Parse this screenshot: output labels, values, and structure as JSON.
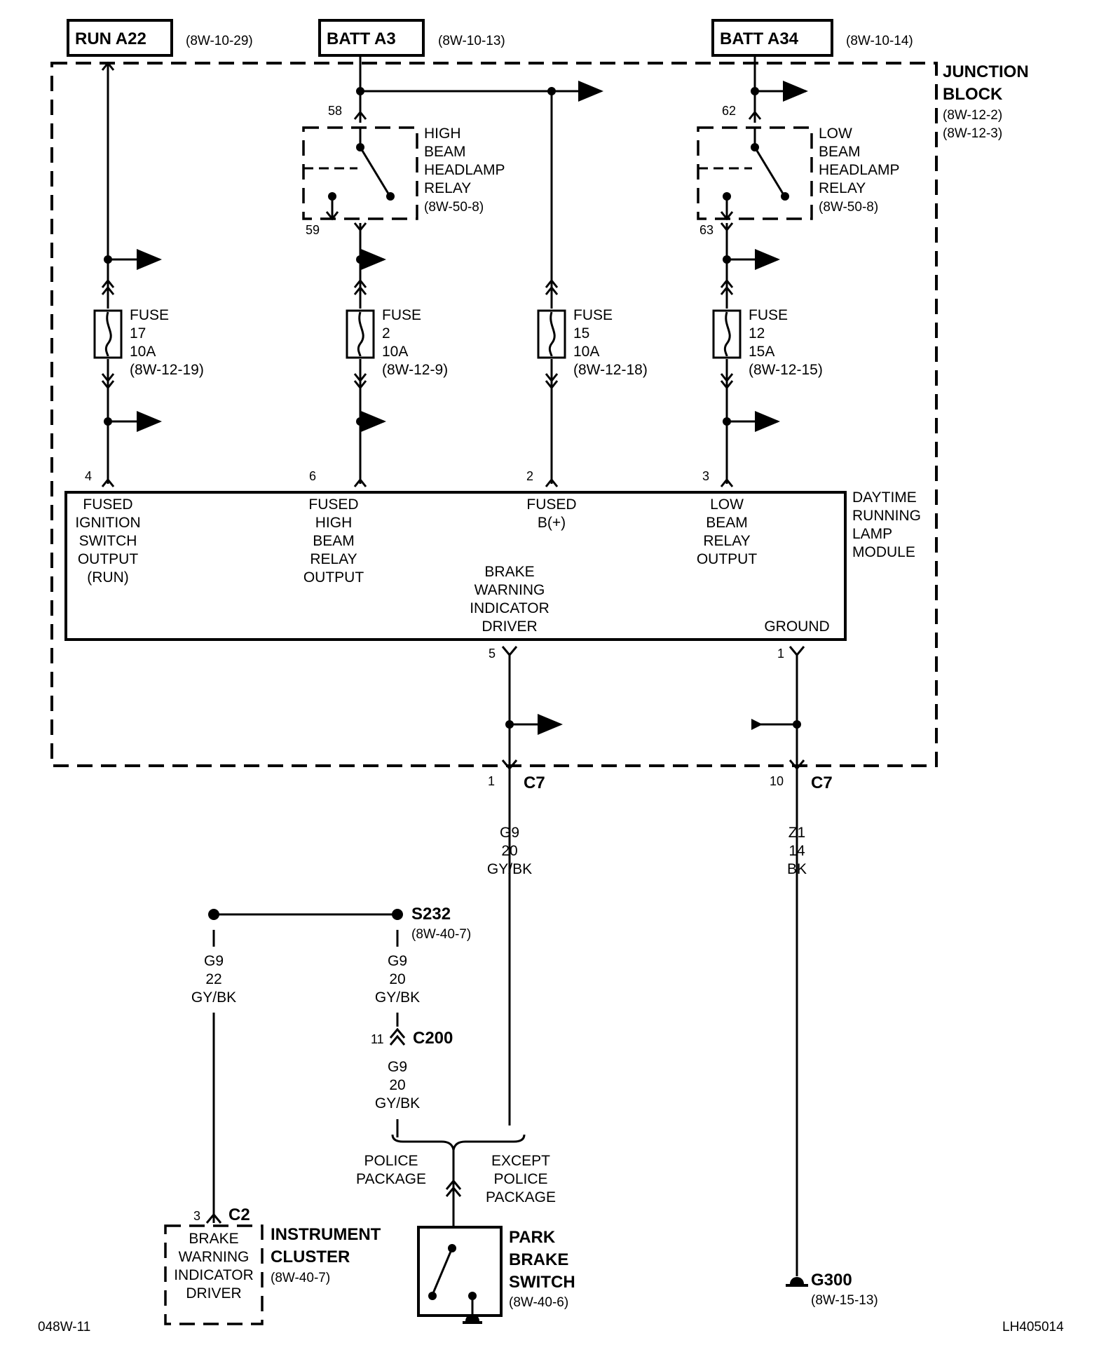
{
  "sources": [
    {
      "label": "RUN A22",
      "ref": "(8W-10-29)"
    },
    {
      "label": "BATT A3",
      "ref": "(8W-10-13)"
    },
    {
      "label": "BATT A34",
      "ref": "(8W-10-14)"
    }
  ],
  "junction_block": {
    "title1": "JUNCTION",
    "title2": "BLOCK",
    "ref1": "(8W-12-2)",
    "ref2": "(8W-12-3)"
  },
  "high_relay": {
    "pin_in": "58",
    "pin_out": "59",
    "lines": [
      "HIGH",
      "BEAM",
      "HEADLAMP",
      "RELAY",
      "(8W-50-8)"
    ]
  },
  "low_relay": {
    "pin_in": "62",
    "pin_out": "63",
    "lines": [
      "LOW",
      "BEAM",
      "HEADLAMP",
      "RELAY",
      "(8W-50-8)"
    ]
  },
  "fuses": [
    {
      "lines": [
        "FUSE",
        "17",
        "10A",
        "(8W-12-19)"
      ]
    },
    {
      "lines": [
        "FUSE",
        "2",
        "10A",
        "(8W-12-9)"
      ]
    },
    {
      "lines": [
        "FUSE",
        "15",
        "10A",
        "(8W-12-18)"
      ]
    },
    {
      "lines": [
        "FUSE",
        "12",
        "15A",
        "(8W-12-15)"
      ]
    }
  ],
  "module": {
    "title": [
      "DAYTIME",
      "RUNNING",
      "LAMP",
      "MODULE"
    ],
    "pins_top": [
      "4",
      "6",
      "2",
      "3"
    ],
    "inputs": [
      [
        "FUSED",
        "IGNITION",
        "SWITCH",
        "OUTPUT",
        "(RUN)"
      ],
      [
        "FUSED",
        "HIGH",
        "BEAM",
        "RELAY",
        "OUTPUT"
      ],
      [
        "FUSED",
        "B(+)"
      ],
      [
        "LOW",
        "BEAM",
        "RELAY",
        "OUTPUT"
      ]
    ],
    "brake": [
      "BRAKE",
      "WARNING",
      "INDICATOR",
      "DRIVER"
    ],
    "ground": "GROUND",
    "pin_brake": "5",
    "pin_ground": "1"
  },
  "c7_left": {
    "pin": "1",
    "name": "C7"
  },
  "c7_right": {
    "pin": "10",
    "name": "C7"
  },
  "wire_g9": [
    "G9",
    "20",
    "GY/BK"
  ],
  "wire_z1": [
    "Z1",
    "14",
    "BK"
  ],
  "splice": {
    "name": "S232",
    "ref": "(8W-40-7)"
  },
  "wire_g9_22": [
    "G9",
    "22",
    "GY/BK"
  ],
  "wire_s232_down": [
    "G9",
    "20",
    "GY/BK"
  ],
  "c200": {
    "pin": "11",
    "name": "C200"
  },
  "wire_c200_down": [
    "G9",
    "20",
    "GY/BK"
  ],
  "police": [
    "POLICE",
    "PACKAGE"
  ],
  "except": [
    "EXCEPT",
    "POLICE",
    "PACKAGE"
  ],
  "cluster": {
    "pin": "3",
    "conn": "C2",
    "inner": [
      "BRAKE",
      "WARNING",
      "INDICATOR",
      "DRIVER"
    ],
    "title1": "INSTRUMENT",
    "title2": "CLUSTER",
    "ref": "(8W-40-7)"
  },
  "park_brake": {
    "title": [
      "PARK",
      "BRAKE",
      "SWITCH"
    ],
    "ref": "(8W-40-6)"
  },
  "ground_g300": {
    "name": "G300",
    "ref": "(8W-15-13)"
  },
  "footer": {
    "left": "048W-11",
    "right": "LH405014"
  }
}
